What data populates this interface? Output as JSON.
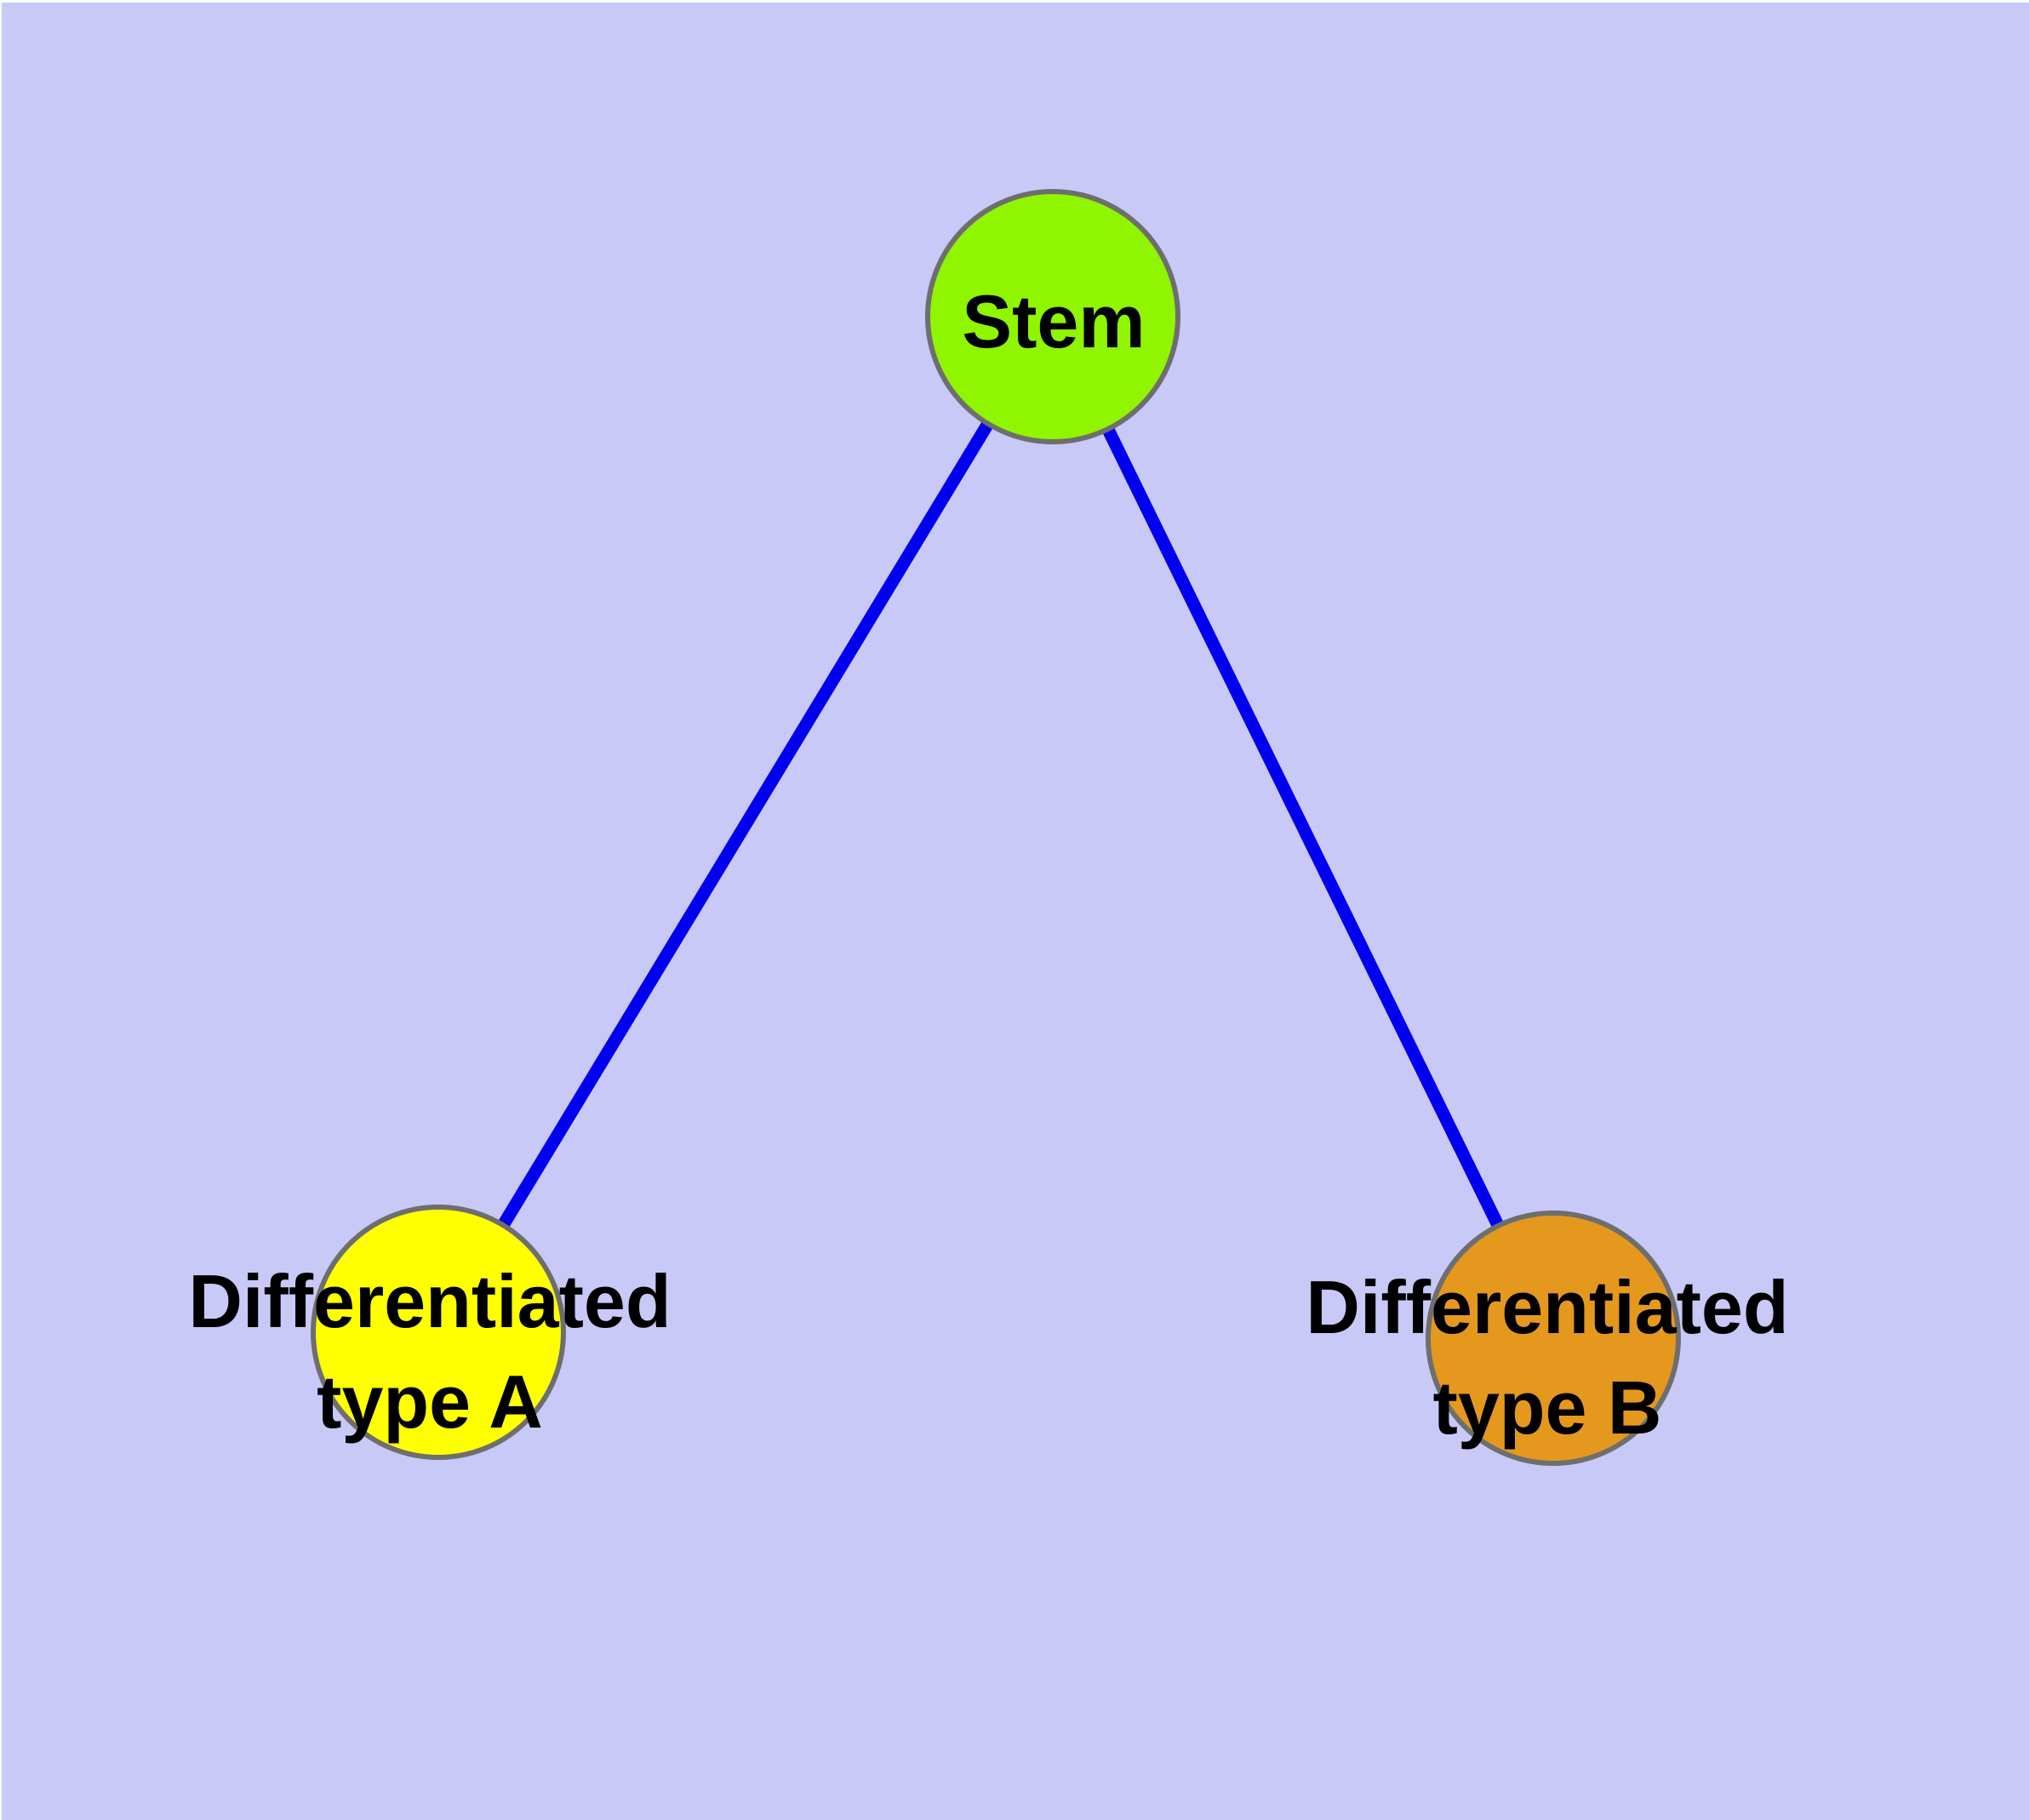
{
  "diagram": {
    "colors": {
      "page_margin": "#FFFFFF",
      "background": "#C9C9F8",
      "edge": "#0000EE",
      "node_border": "#6E6E6E",
      "label_text": "#000000"
    },
    "nodes": [
      {
        "id": "stem",
        "label": "Stem",
        "fill": "#8FF500"
      },
      {
        "id": "differentiated-type-a",
        "label": "Differentiated\ntype A",
        "fill": "#FFFF00"
      },
      {
        "id": "differentiated-type-b",
        "label": "Differentiated\ntype B",
        "fill": "#E5981E"
      }
    ],
    "edges": [
      {
        "from": "Stem",
        "to": "Differentiated type A"
      },
      {
        "from": "Stem",
        "to": "Differentiated type B"
      }
    ]
  }
}
